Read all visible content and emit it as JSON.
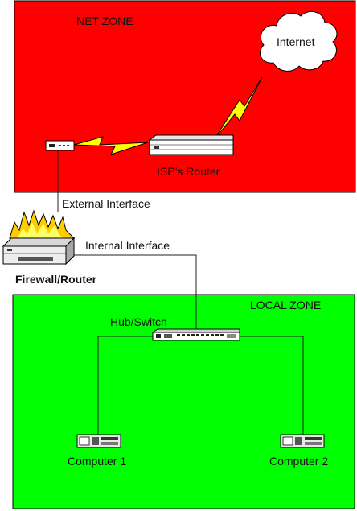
{
  "zones": {
    "net_label": "NET ZONE",
    "local_label": "LOCAL ZONE"
  },
  "devices": {
    "internet": "Internet",
    "isp_router": "ISP’s Router",
    "firewall": "Firewall/Router",
    "hub": "Hub/Switch",
    "computer1": "Computer 1",
    "computer2": "Computer 2"
  },
  "interfaces": {
    "external": "External Interface",
    "internal": "Internal Interface"
  },
  "colors": {
    "net_zone": "#ff0000",
    "local_zone": "#00ff00",
    "lightning": "#ffff00",
    "flame": "#ffcc00"
  },
  "icons": {
    "internet": "cloud-icon",
    "isp_router": "router-icon",
    "modem": "modem-icon",
    "firewall": "firewall-icon",
    "hub": "switch-icon",
    "computer": "desktop-computer-icon",
    "link": "lightning-bolt-icon"
  }
}
